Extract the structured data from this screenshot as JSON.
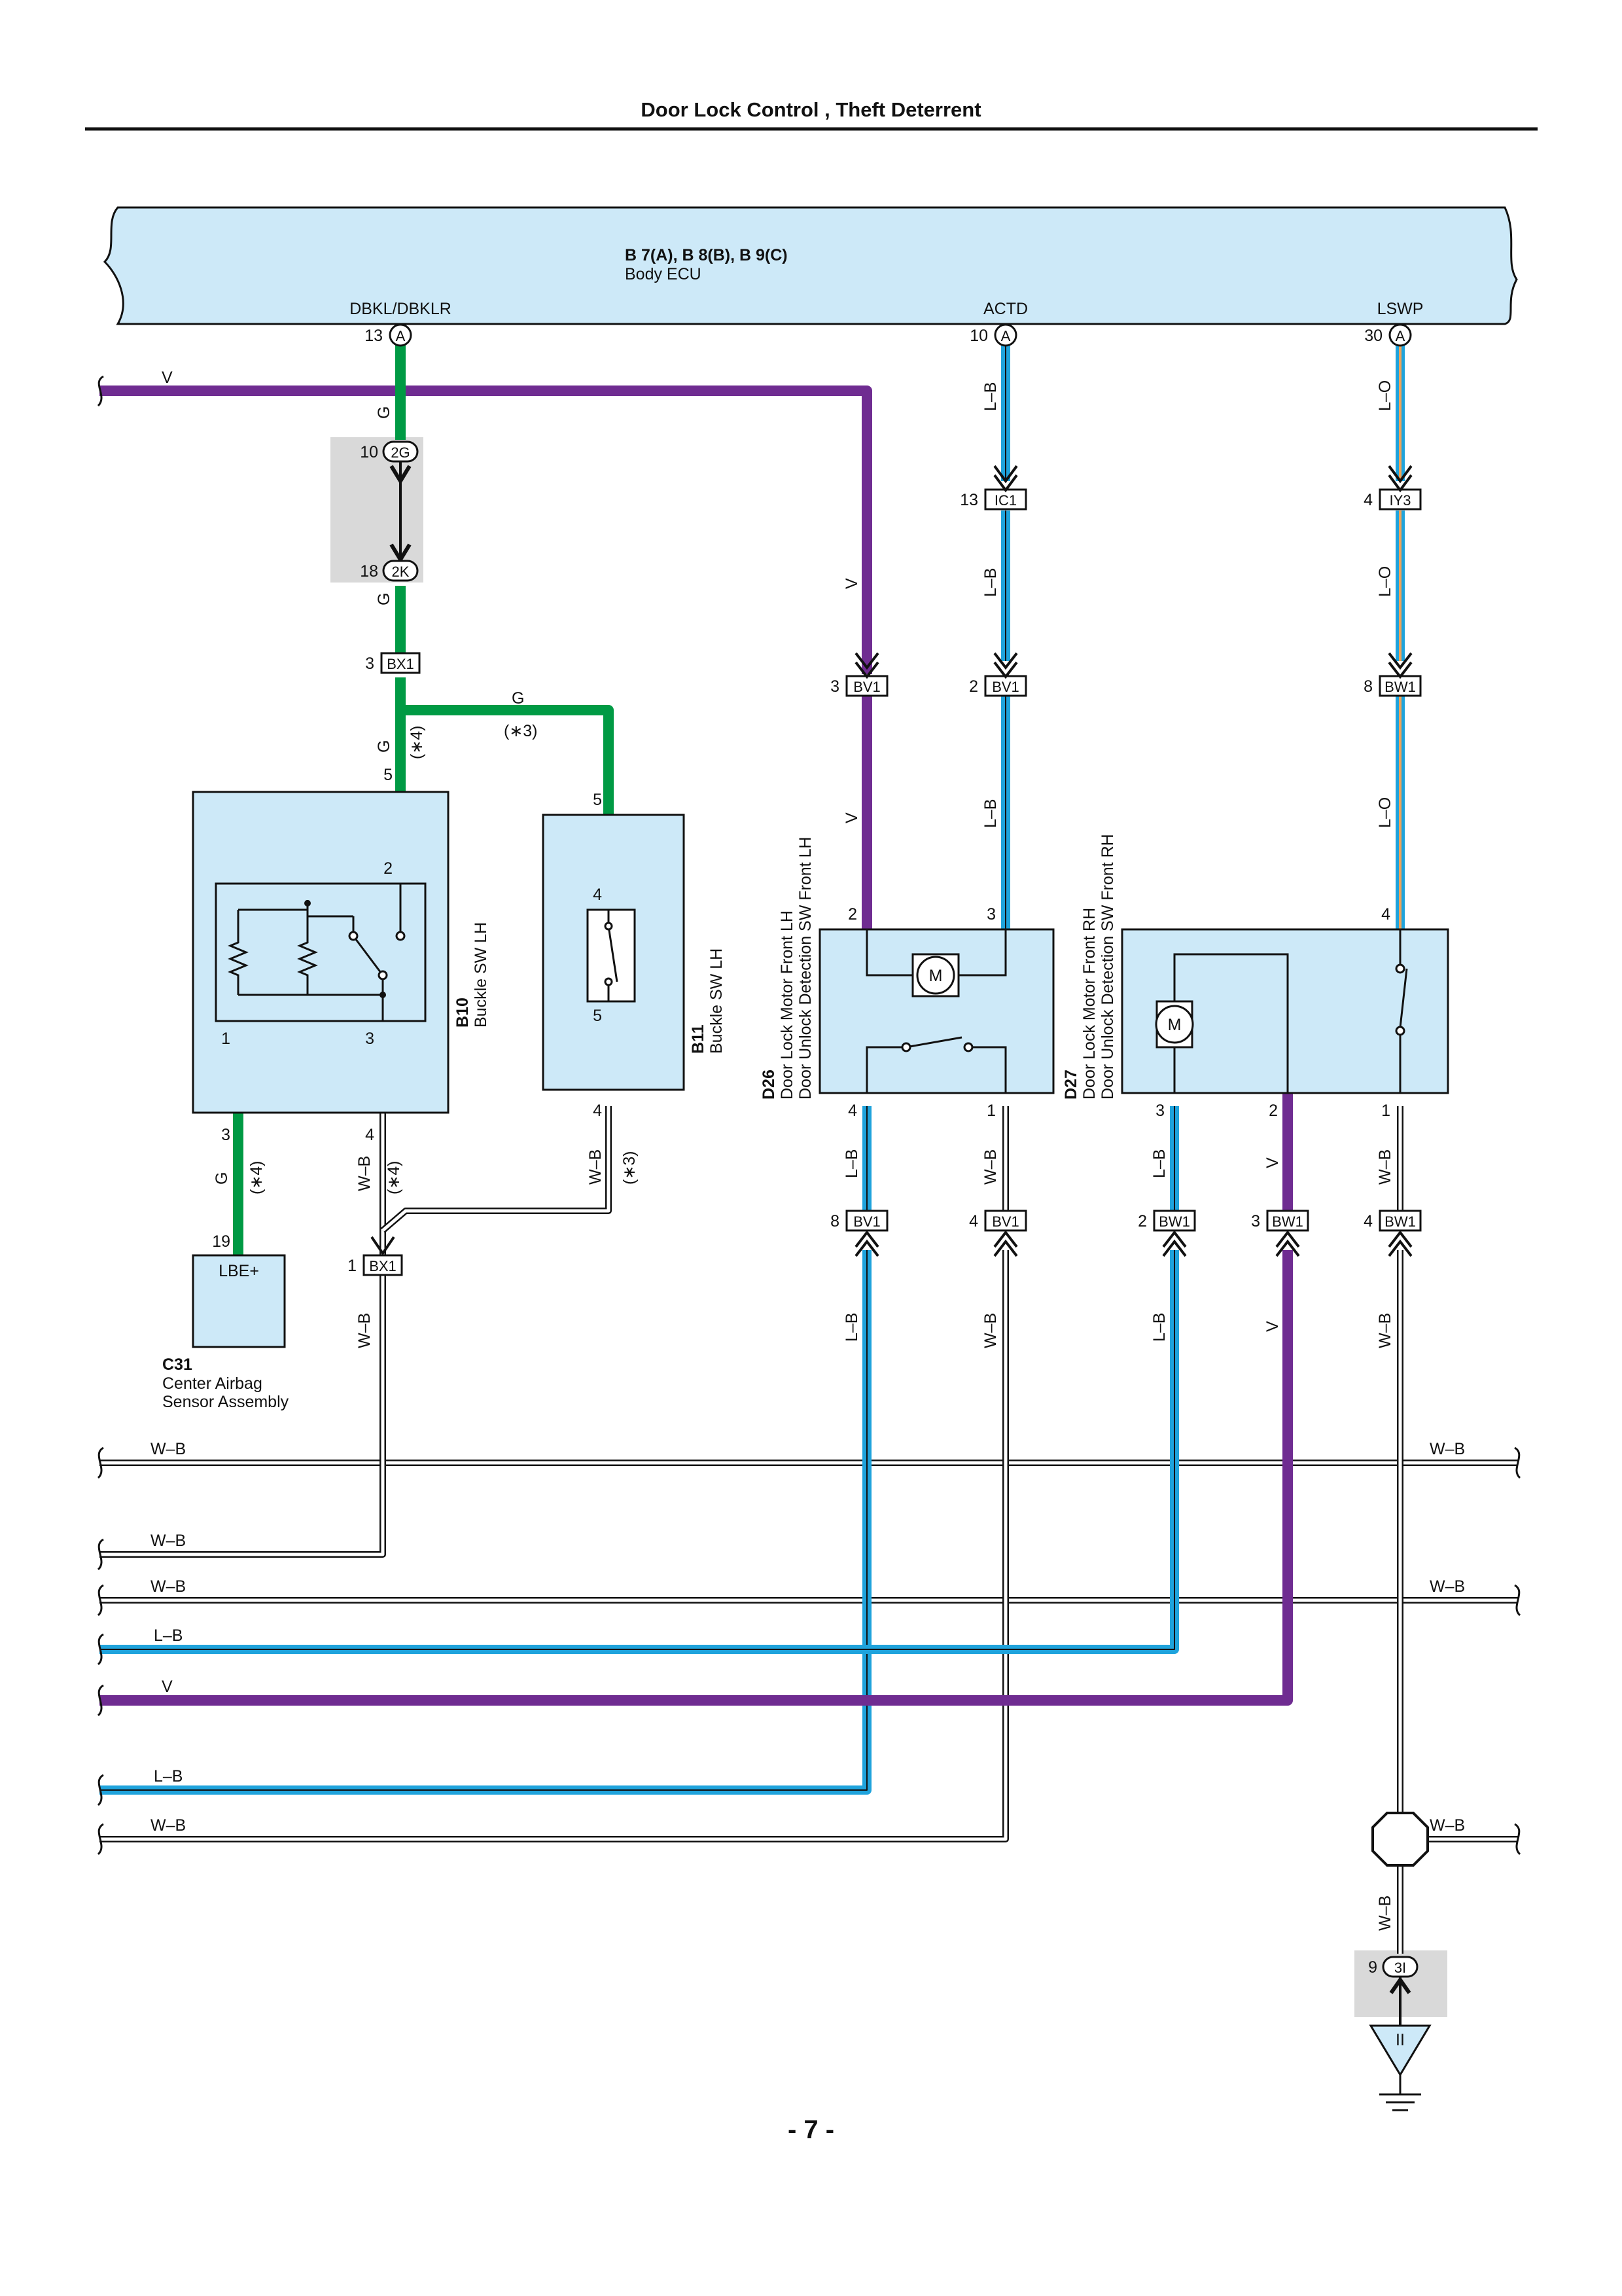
{
  "page": {
    "title": "Door Lock Control , Theft Deterrent",
    "number": "- 7 -"
  },
  "ecu": {
    "code": "B 7(A), B 8(B), B 9(C)",
    "name": "Body ECU"
  },
  "ecu_terminals": [
    {
      "name": "DBKL/DBKLR",
      "pin": "13",
      "connector": "A"
    },
    {
      "name": "ACTD",
      "pin": "10",
      "connector": "A"
    },
    {
      "name": "LSWP",
      "pin": "30",
      "connector": "A"
    }
  ],
  "inline_connectors": {
    "j2g": {
      "pin": "10",
      "label": "2G"
    },
    "j2k": {
      "pin": "18",
      "label": "2K"
    },
    "bx1_top": {
      "pin": "3",
      "label": "BX1"
    },
    "bx1_bot": {
      "pin": "1",
      "label": "BX1"
    },
    "ic1": {
      "pin": "13",
      "label": "IC1"
    },
    "iy3": {
      "pin": "4",
      "label": "IY3"
    },
    "bv1_v": {
      "pin": "3",
      "label": "BV1"
    },
    "bv1_lb": {
      "pin": "2",
      "label": "BV1"
    },
    "bw1_lo": {
      "pin": "8",
      "label": "BW1"
    },
    "bv1_8": {
      "pin": "8",
      "label": "BV1"
    },
    "bv1_4": {
      "pin": "4",
      "label": "BV1"
    },
    "bw1_2": {
      "pin": "2",
      "label": "BW1"
    },
    "bw1_3": {
      "pin": "3",
      "label": "BW1"
    },
    "bw1_4": {
      "pin": "4",
      "label": "BW1"
    },
    "j3i": {
      "pin": "9",
      "label": "3I"
    },
    "ground": {
      "label": "II"
    }
  },
  "components": {
    "b10": {
      "code": "B10",
      "name": "Buckle SW LH"
    },
    "b11": {
      "code": "B11",
      "name": "Buckle SW LH"
    },
    "d26": {
      "code": "D26",
      "name1": "Door Lock Motor Front LH",
      "name2": "Door Unlock Detection SW Front LH"
    },
    "d27": {
      "code": "D27",
      "name1": "Door Lock Motor Front RH",
      "name2": "Door Unlock Detection SW Front RH"
    },
    "c31": {
      "code": "C31",
      "name1": "Center Airbag",
      "name2": "Sensor Assembly",
      "terminal": "LBE+",
      "pin": "19"
    },
    "motor_symbol": "M"
  },
  "pins": {
    "b10_5": "5",
    "b10_2": "2",
    "b10_1": "1",
    "b10_3": "3",
    "c31_3": "3",
    "b10_4": "4",
    "b11_5": "5",
    "b11_4": "4",
    "b11_5b": "5",
    "b11_4b": "4",
    "d26_2": "2",
    "d26_3": "3",
    "d26_4": "4",
    "d26_1": "1",
    "d27_4": "4",
    "d27_3": "3",
    "d27_2": "2",
    "d27_1": "1"
  },
  "notes": {
    "n3": "(∗3)",
    "n4": "(∗4)"
  },
  "wire_colors": {
    "V": "V",
    "G": "G",
    "LB": "L–B",
    "LO": "L–O",
    "WB": "W–B"
  },
  "colors": {
    "violet": "#6f2c91",
    "green": "#009a44",
    "blue": "#1fa3dc",
    "orange": "#f0a45a",
    "box": "#cde9f8",
    "shade": "#d9d9d9"
  }
}
